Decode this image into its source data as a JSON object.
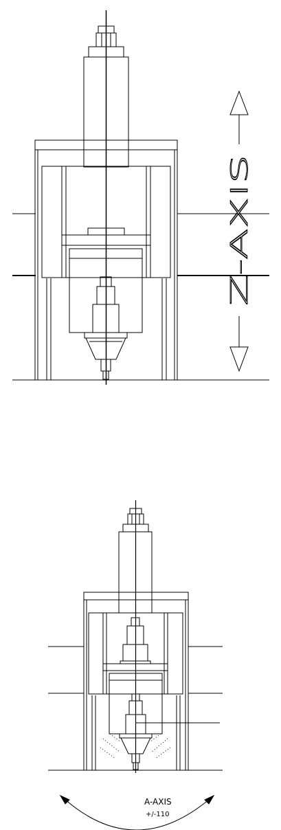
{
  "top_view": {
    "z_axis_label": "Z-AXIS"
  },
  "bottom_view": {
    "a_axis_label": "A-AXIS",
    "a_axis_range": "+/-110"
  }
}
